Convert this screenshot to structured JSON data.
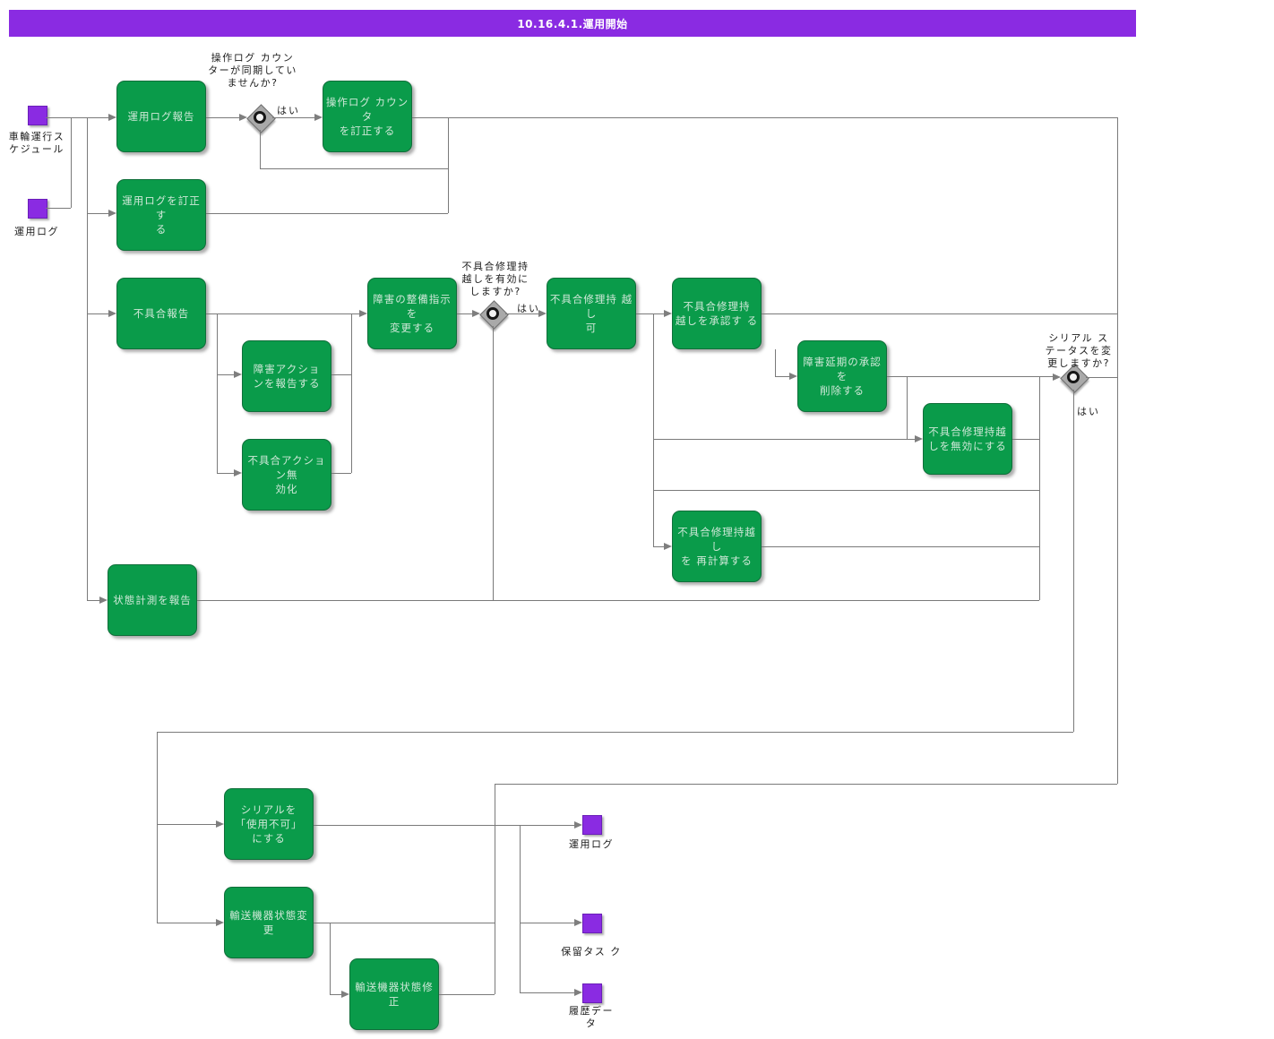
{
  "title": "10.16.4.1.運用開始",
  "colors": {
    "accent_purple": "#8a2be2",
    "task_green": "#0a9b4a",
    "line_gray": "#7a7a7a"
  },
  "sources": [
    {
      "label": "車輪運行ス\nケジュール"
    },
    {
      "label": "運用ログ"
    }
  ],
  "tasks": [
    {
      "label": "運用ログ報告"
    },
    {
      "label": "操作ログ カウンタ\nを訂正する"
    },
    {
      "label": "運用ログを訂正す\nる"
    },
    {
      "label": "不具合報告"
    },
    {
      "label": "障害アクショ\nンを報告する"
    },
    {
      "label": "不具合アクション無\n効化"
    },
    {
      "label": "障害の整備指示を\n変更する"
    },
    {
      "label": "不具合修理持 越し\n可"
    },
    {
      "label": "不具合修理持\n越しを承認す る"
    },
    {
      "label": "障害延期の承認を\n削除する"
    },
    {
      "label": "不具合修理持越\nしを無効にする"
    },
    {
      "label": "不具合修理持越し\nを 再計算する"
    },
    {
      "label": "状態計測を報告"
    },
    {
      "label": "シリアルを\n「使用不可」\nにする"
    },
    {
      "label": "輸送機器状態変 更"
    },
    {
      "label": "輸送機器状態修正"
    }
  ],
  "decisions": [
    {
      "question": "操作ログ カウン\nターが同期してい\nませんか?",
      "yes_label": "はい"
    },
    {
      "question": "不具合修理持\n越しを有効に\nしますか?",
      "yes_label": "はい"
    },
    {
      "question": "シリアル ス\nテータスを変\n更しますか?",
      "yes_label": "はい"
    }
  ],
  "outputs": [
    {
      "label": "運用ログ"
    },
    {
      "label": "保留タス ク"
    },
    {
      "label": "履歴デー\nタ"
    }
  ]
}
